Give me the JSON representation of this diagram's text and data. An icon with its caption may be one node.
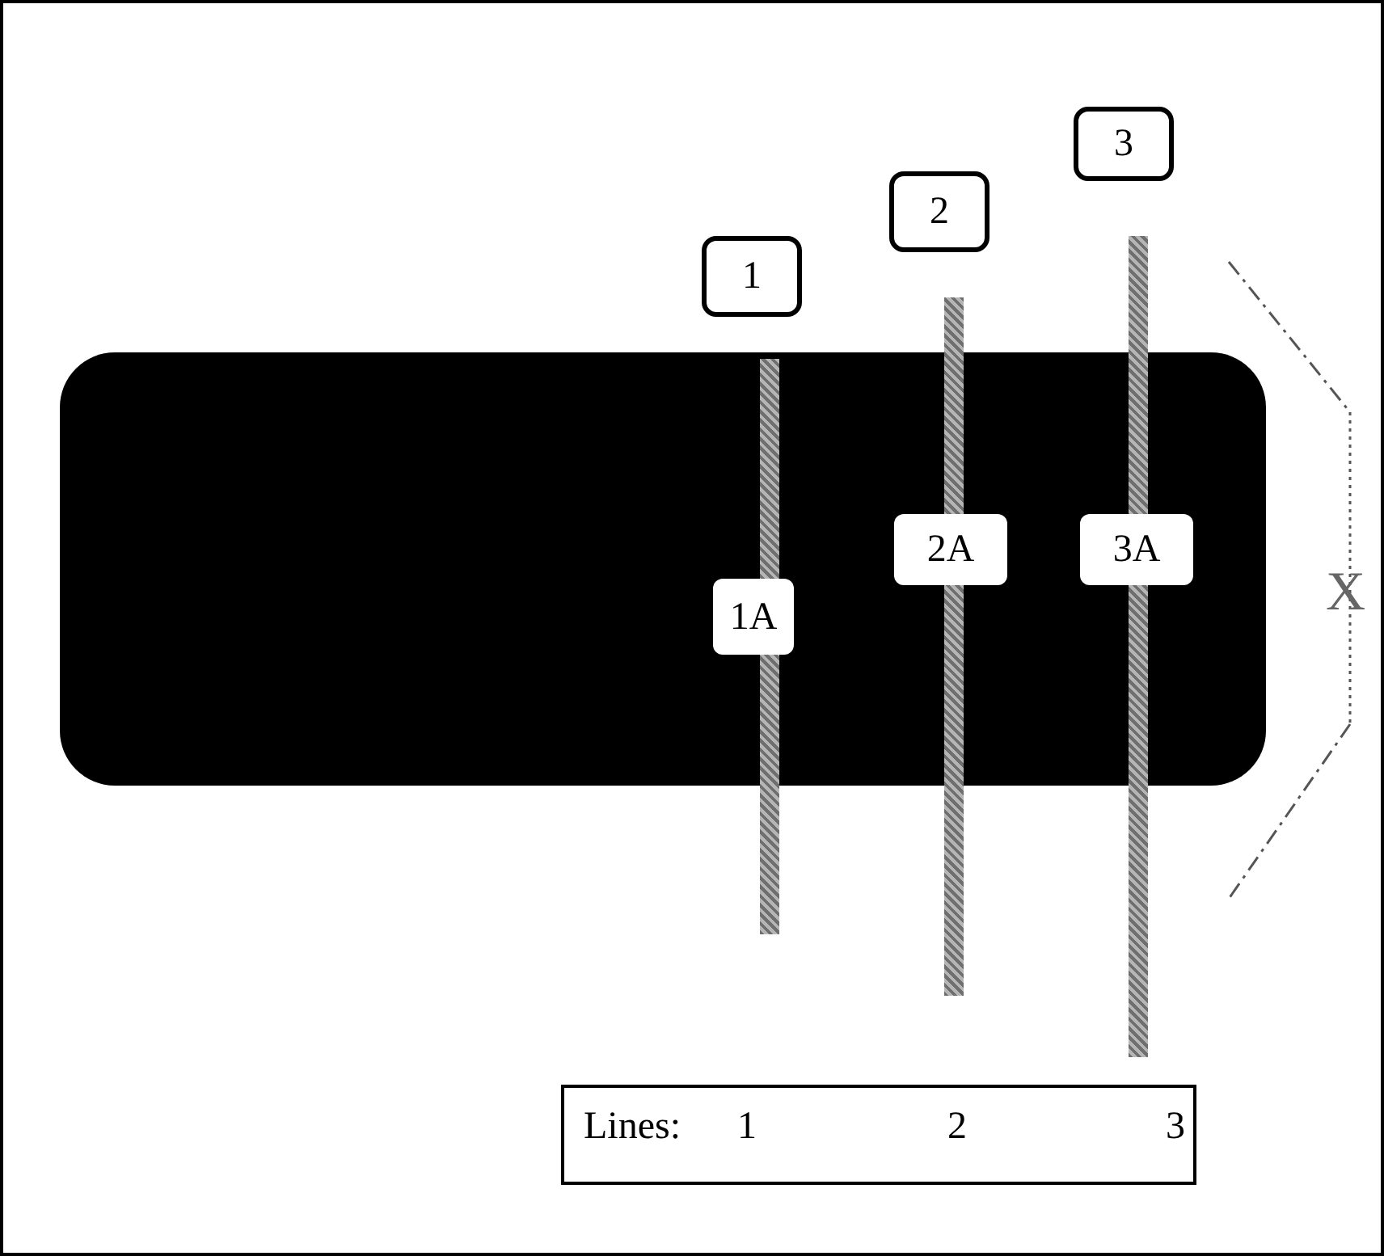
{
  "diagram": {
    "nodes": [
      {
        "text": [
          "1"
        ]
      },
      {
        "text": [
          "2"
        ]
      },
      {
        "text": [
          "3"
        ]
      },
      {
        "text": [
          "1A"
        ]
      },
      {
        "text": [
          "2A"
        ]
      },
      {
        "text": [
          "3A"
        ]
      },
      {
        "text": [
          "Lines:",
          "1",
          "2",
          "3"
        ]
      }
    ],
    "labels": [
      "X"
    ]
  }
}
